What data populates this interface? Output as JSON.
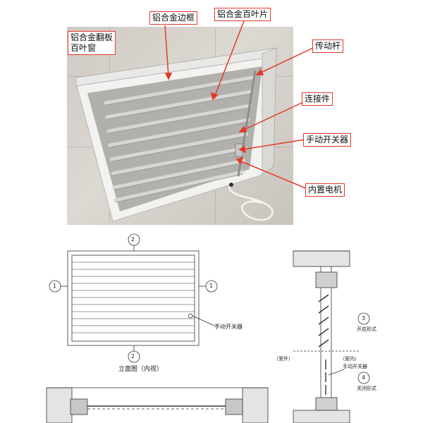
{
  "photo_callouts": {
    "frame": "铝合金边框",
    "blade": "铝合金百叶片",
    "product_line1": "铝合金翻板",
    "product_line2": "百叶窗",
    "rod": "传动杆",
    "connector": "连接件",
    "manual_switch": "手动开关器",
    "motor": "内置电机"
  },
  "elevation": {
    "caption": "立面图（内视）",
    "switch_label": "手动开关器",
    "markers": [
      "2",
      "1",
      "1",
      "2"
    ]
  },
  "section": {
    "open_marker": "3",
    "open_label": "开启形式",
    "closed_marker": "4",
    "closed_label": "关闭形式",
    "outdoor_label": "（室外）",
    "indoor_label": "（室内）",
    "switch_label": "手动开关器"
  },
  "colors": {
    "callout_border": "#e23a2a",
    "arrow": "#e23a2a",
    "line": "#333333"
  }
}
